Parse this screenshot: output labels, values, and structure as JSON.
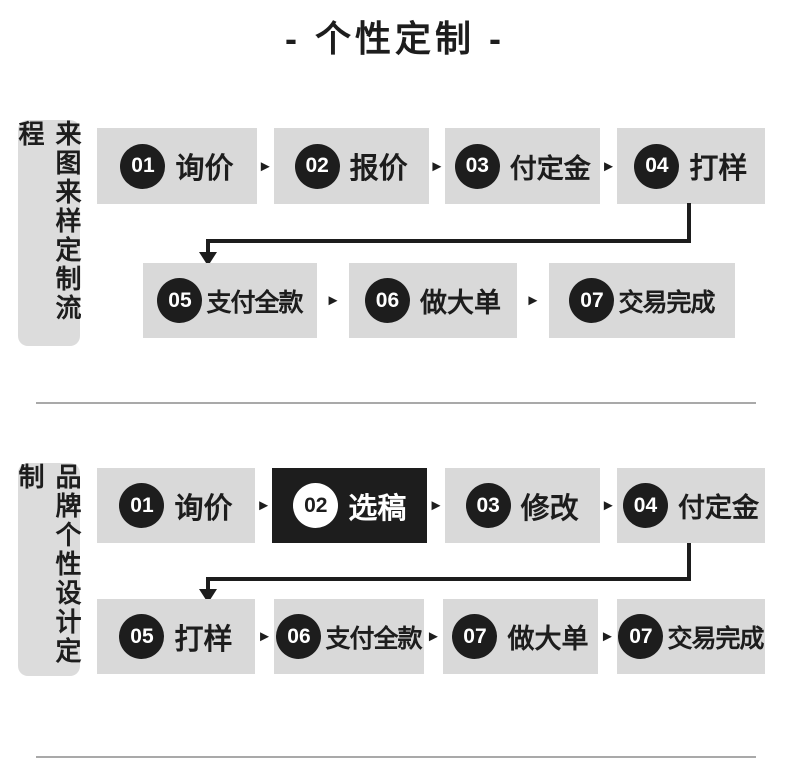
{
  "page": {
    "title": "- 个性定制 -"
  },
  "glyphs": {
    "arrow_right": "►"
  },
  "colors": {
    "step_bg": "#d9d9d9",
    "ink": "#1d1d1d",
    "highlight_bg": "#1d1d1d",
    "highlight_text": "#ffffff",
    "divider": "#a9a9a9"
  },
  "flows": [
    {
      "label": "来图来样定制流程",
      "row1": [
        {
          "num": "01",
          "label": "询价"
        },
        {
          "num": "02",
          "label": "报价"
        },
        {
          "num": "03",
          "label": "付定金"
        },
        {
          "num": "04",
          "label": "打样"
        }
      ],
      "row2": [
        {
          "num": "05",
          "label": "支付全款"
        },
        {
          "num": "06",
          "label": "做大单"
        },
        {
          "num": "07",
          "label": "交易完成"
        }
      ]
    },
    {
      "label": "品牌个性设计定制",
      "row1": [
        {
          "num": "01",
          "label": "询价"
        },
        {
          "num": "02",
          "label": "选稿"
        },
        {
          "num": "03",
          "label": "修改"
        },
        {
          "num": "04",
          "label": "付定金"
        }
      ],
      "row2": [
        {
          "num": "05",
          "label": "打样"
        },
        {
          "num": "06",
          "label": "支付全款"
        },
        {
          "num": "07",
          "label": "做大单"
        },
        {
          "num": "07",
          "label": "交易完成"
        }
      ]
    }
  ]
}
